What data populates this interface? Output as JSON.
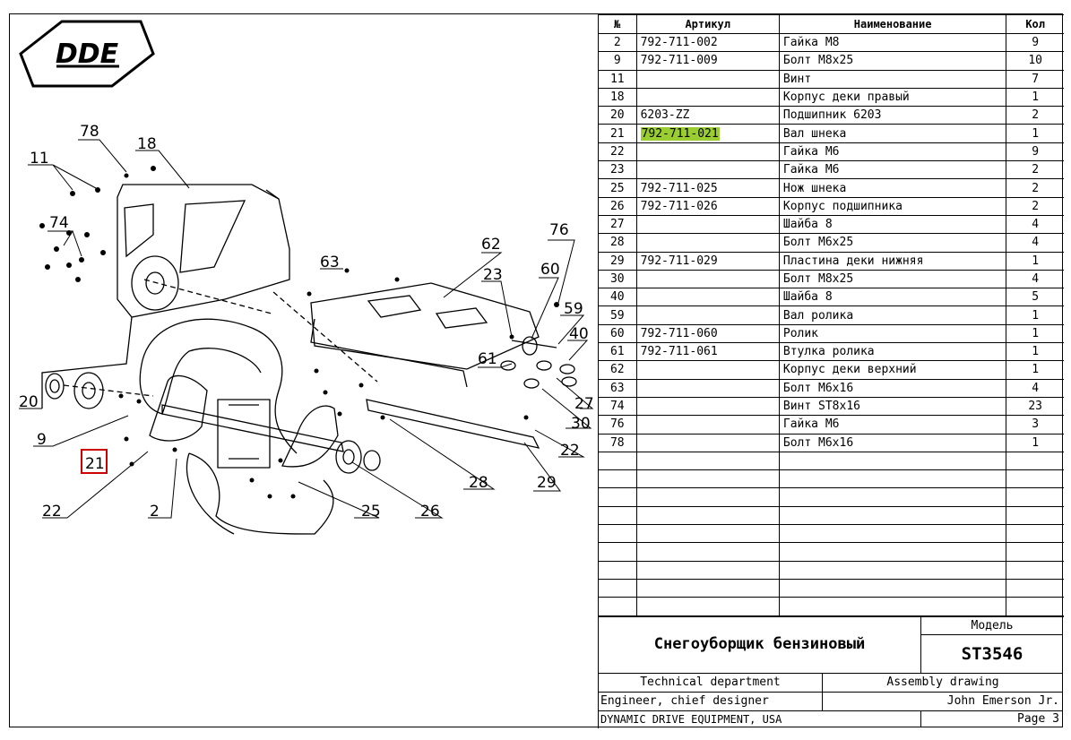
{
  "logo": "DDE",
  "callouts": {
    "c78": "78",
    "c18": "18",
    "c11": "11",
    "c74": "74",
    "c62": "62",
    "c76": "76",
    "c63": "63",
    "c23": "23",
    "c60": "60",
    "c59": "59",
    "c40": "40",
    "c61": "61",
    "c27": "27",
    "c30": "30",
    "c22r": "22",
    "c20": "20",
    "c9": "9",
    "c21": "21",
    "c28": "28",
    "c29": "29",
    "c22l": "22",
    "c2": "2",
    "c25": "25",
    "c26": "26"
  },
  "table": {
    "headers": [
      "№",
      "Артикул",
      "Наименование",
      "Кол"
    ],
    "rows": [
      {
        "num": "2",
        "art": "792-711-002",
        "name": "Гайка М8",
        "qty": "9"
      },
      {
        "num": "9",
        "art": "792-711-009",
        "name": "Болт М8x25",
        "qty": "10"
      },
      {
        "num": "11",
        "art": "",
        "name": "Винт",
        "qty": "7"
      },
      {
        "num": "18",
        "art": "",
        "name": "Корпус деки правый",
        "qty": "1"
      },
      {
        "num": "20",
        "art": "6203-ZZ",
        "name": "Подшипник 6203",
        "qty": "2"
      },
      {
        "num": "21",
        "art": "792-711-021",
        "name": "Вал шнека",
        "qty": "1",
        "highlight": true
      },
      {
        "num": "22",
        "art": "",
        "name": "Гайка М6",
        "qty": "9"
      },
      {
        "num": "23",
        "art": "",
        "name": "Гайка М6",
        "qty": "2"
      },
      {
        "num": "25",
        "art": "792-711-025",
        "name": "Нож шнека",
        "qty": "2"
      },
      {
        "num": "26",
        "art": "792-711-026",
        "name": "Корпус подшипника",
        "qty": "2"
      },
      {
        "num": "27",
        "art": "",
        "name": "Шайба 8",
        "qty": "4"
      },
      {
        "num": "28",
        "art": "",
        "name": "Болт М6x25",
        "qty": "4"
      },
      {
        "num": "29",
        "art": "792-711-029",
        "name": "Пластина деки нижняя",
        "qty": "1"
      },
      {
        "num": "30",
        "art": "",
        "name": "Болт М8x25",
        "qty": "4"
      },
      {
        "num": "40",
        "art": "",
        "name": "Шайба 8",
        "qty": "5"
      },
      {
        "num": "59",
        "art": "",
        "name": "Вал ролика",
        "qty": "1"
      },
      {
        "num": "60",
        "art": "792-711-060",
        "name": "Ролик",
        "qty": "1"
      },
      {
        "num": "61",
        "art": "792-711-061",
        "name": "Втулка ролика",
        "qty": "1"
      },
      {
        "num": "62",
        "art": "",
        "name": "Корпус деки верхний",
        "qty": "1"
      },
      {
        "num": "63",
        "art": "",
        "name": "Болт М6x16",
        "qty": "4"
      },
      {
        "num": "74",
        "art": "",
        "name": "Винт ST8x16",
        "qty": "23"
      },
      {
        "num": "76",
        "art": "",
        "name": "Гайка М6",
        "qty": "3"
      },
      {
        "num": "78",
        "art": "",
        "name": "Болт М6x16",
        "qty": "1"
      }
    ],
    "empty_rows": 9
  },
  "title_block": {
    "model_label": "Модель",
    "product_name": "Снегоуборщик бензиновый",
    "model": "ST3546",
    "department": "Technical department",
    "drawing_type": "Assembly drawing",
    "role": "Engineer, chief designer",
    "engineer": "John Emerson Jr.",
    "company": "DYNAMIC DRIVE EQUIPMENT, USA",
    "page": "Page 3"
  },
  "colors": {
    "highlight": "#9acd32",
    "callout_box": "#cc0000",
    "ink": "#000000"
  }
}
